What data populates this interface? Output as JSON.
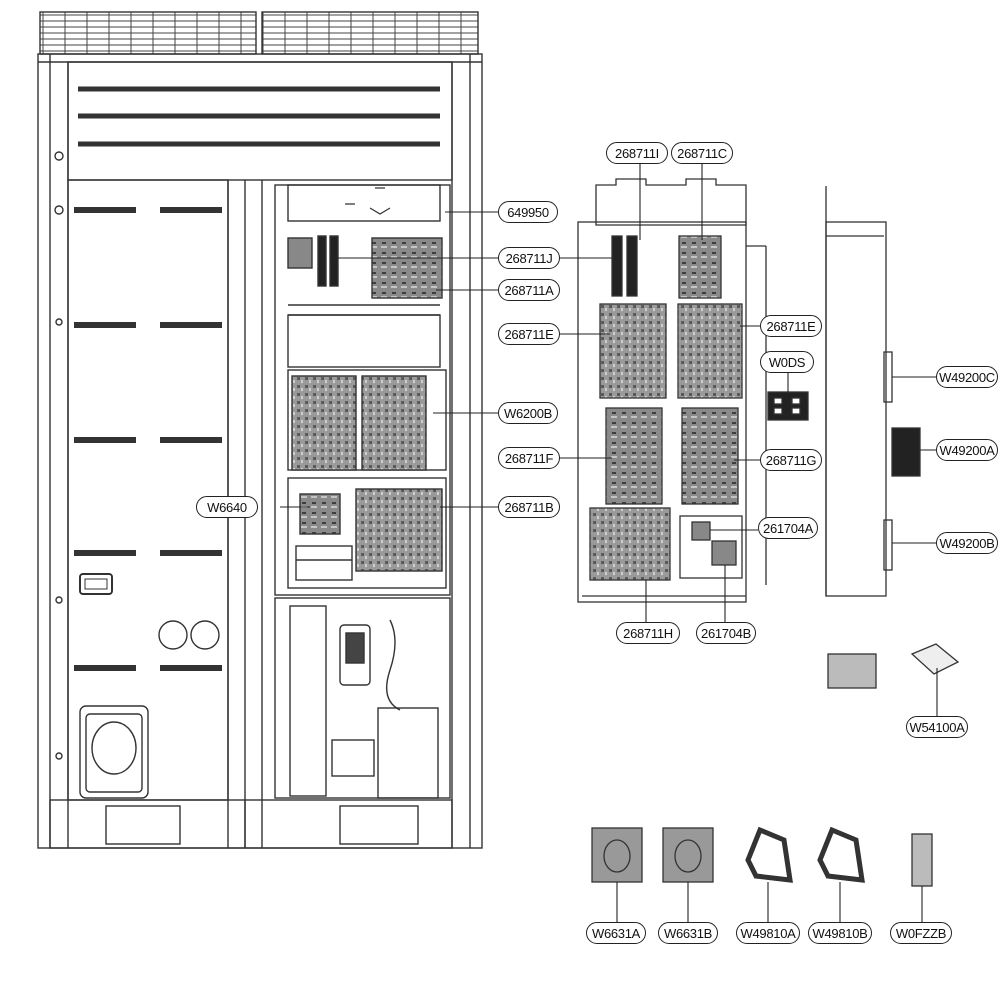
{
  "diagram": {
    "callouts": {
      "c649950": "649950",
      "c268711J": "268711J",
      "c268711A": "268711A",
      "c268711E_left": "268711E",
      "c268711E_right": "268711E",
      "cW6200B": "W6200B",
      "cW6640": "W6640",
      "c268711B": "268711B",
      "c268711I": "268711I",
      "c268711C": "268711C",
      "cW0DS": "W0DS",
      "c268711F": "268711F",
      "c268711G": "268711G",
      "c261704A": "261704A",
      "c268711H": "268711H",
      "c261704B": "261704B",
      "cW49200C": "W49200C",
      "cW49200A": "W49200A",
      "cW49200B": "W49200B",
      "cW54100A": "W54100A",
      "cW6631A": "W6631A",
      "cW6631B": "W6631B",
      "cW49810A": "W49810A",
      "cW49810B": "W49810B",
      "cW0FZZB": "W0FZZB"
    }
  }
}
